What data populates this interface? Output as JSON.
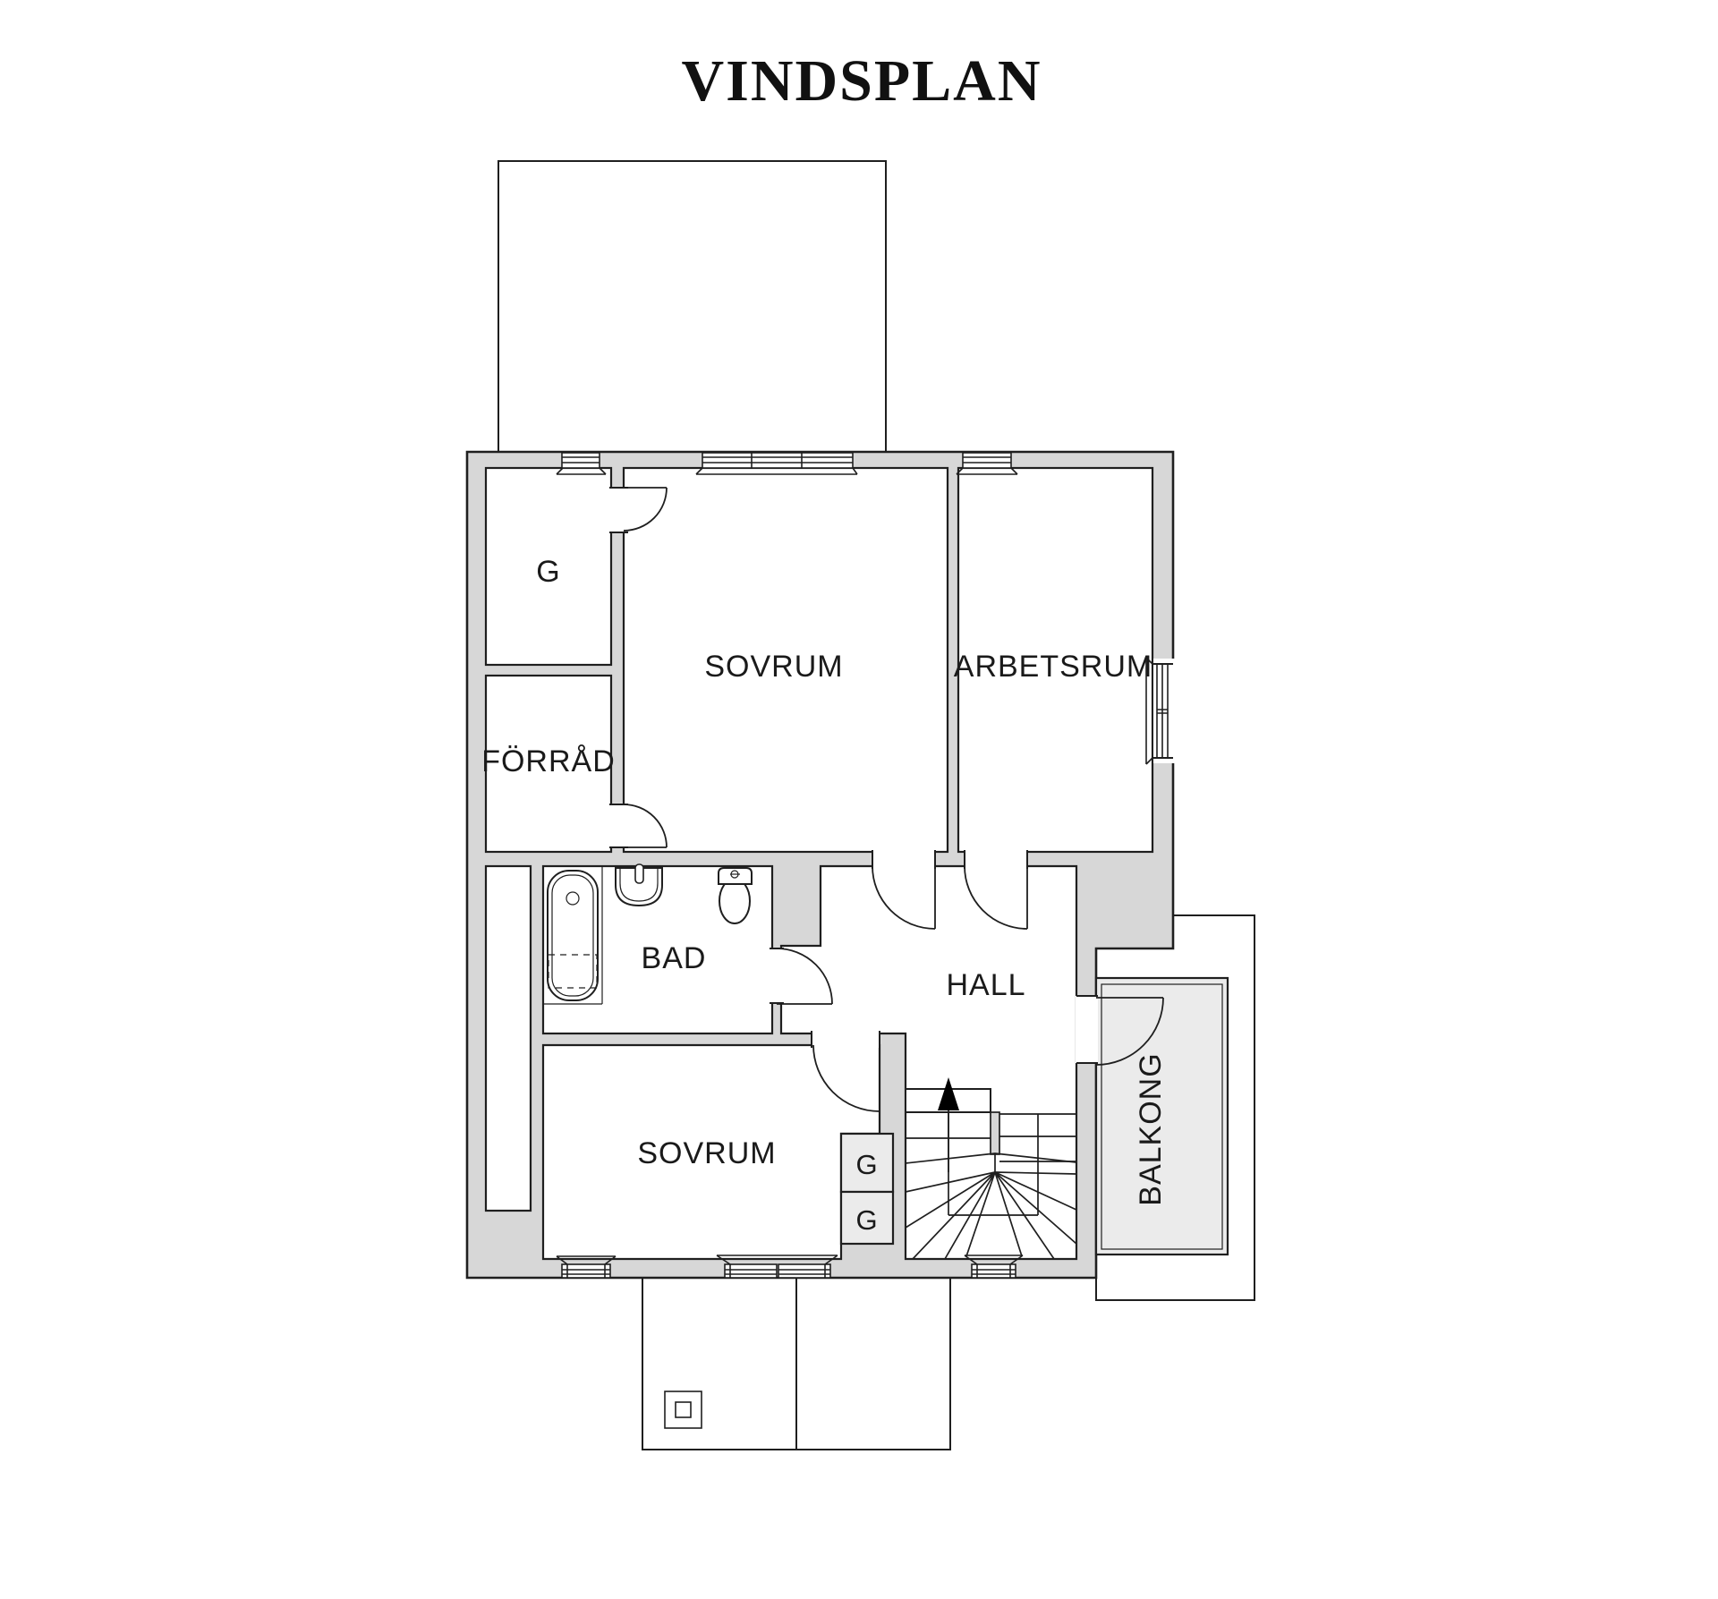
{
  "title": "VINDSPLAN",
  "floor_plan": {
    "rooms": [
      {
        "id": "closet-top",
        "label": "G"
      },
      {
        "id": "storage",
        "label": "FÖRRÅD"
      },
      {
        "id": "bedroom-upper",
        "label": "SOVRUM"
      },
      {
        "id": "workroom",
        "label": "ARBETSRUM"
      },
      {
        "id": "bathroom",
        "label": "BAD"
      },
      {
        "id": "hall",
        "label": "HALL"
      },
      {
        "id": "bedroom-lower",
        "label": "SOVRUM"
      },
      {
        "id": "closet-lower-1",
        "label": "G"
      },
      {
        "id": "closet-lower-2",
        "label": "G"
      },
      {
        "id": "balcony",
        "label": "BALKONG"
      }
    ],
    "features": [
      "stairs-up-arrow",
      "bathtub",
      "sink",
      "toilet",
      "chimney"
    ],
    "colors": {
      "wall_fill": "#d7d7d7",
      "outline": "#1f1f1f",
      "light_fill": "#ebebeb",
      "background": "#ffffff"
    }
  }
}
